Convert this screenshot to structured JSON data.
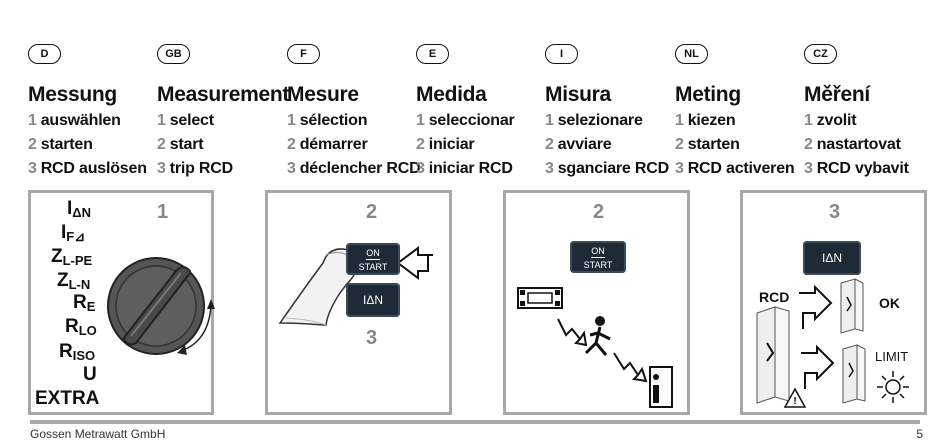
{
  "columns": [
    {
      "lang": "D",
      "heading": "Messung",
      "steps": [
        "auswählen",
        "starten",
        "RCD auslösen"
      ]
    },
    {
      "lang": "GB",
      "heading": "Measurement",
      "steps": [
        "select",
        "start",
        "trip RCD"
      ]
    },
    {
      "lang": "F",
      "heading": "Mesure",
      "steps": [
        "sélection",
        "démarrer",
        "déclencher RCD"
      ]
    },
    {
      "lang": "E",
      "heading": "Medida",
      "steps": [
        "seleccionar",
        "iniciar",
        "iniciar RCD"
      ]
    },
    {
      "lang": "I",
      "heading": "Misura",
      "steps": [
        "selezionare",
        "avviare",
        "sganciare RCD"
      ]
    },
    {
      "lang": "NL",
      "heading": "Meting",
      "steps": [
        "kiezen",
        "starten",
        "RCD activeren"
      ]
    },
    {
      "lang": "CZ",
      "heading": "Měření",
      "steps": [
        "zvolit",
        "nastartovat",
        "RCD vybavit"
      ]
    }
  ],
  "step_numbers": [
    "1",
    "2",
    "3"
  ],
  "panels": {
    "p1": {
      "num": "1",
      "dial_labels": [
        "I",
        "ΔN",
        "I",
        "F⊿",
        "Z",
        "L-PE",
        "Z",
        "L-N",
        "R",
        "E",
        "R",
        "LO",
        "R",
        "ISO",
        "U",
        "EXTRA"
      ]
    },
    "p2": {
      "num_top": "2",
      "num_bottom": "3",
      "on": "ON",
      "start": "START",
      "idn": "IΔN"
    },
    "p3": {
      "num": "2",
      "on": "ON",
      "start": "START"
    },
    "p4": {
      "num": "3",
      "idn": "IΔN",
      "rcd": "RCD",
      "ok": "OK",
      "limit": "LIMIT"
    }
  },
  "footer": {
    "left": "Gossen Metrawatt GmbH",
    "right": "5"
  }
}
